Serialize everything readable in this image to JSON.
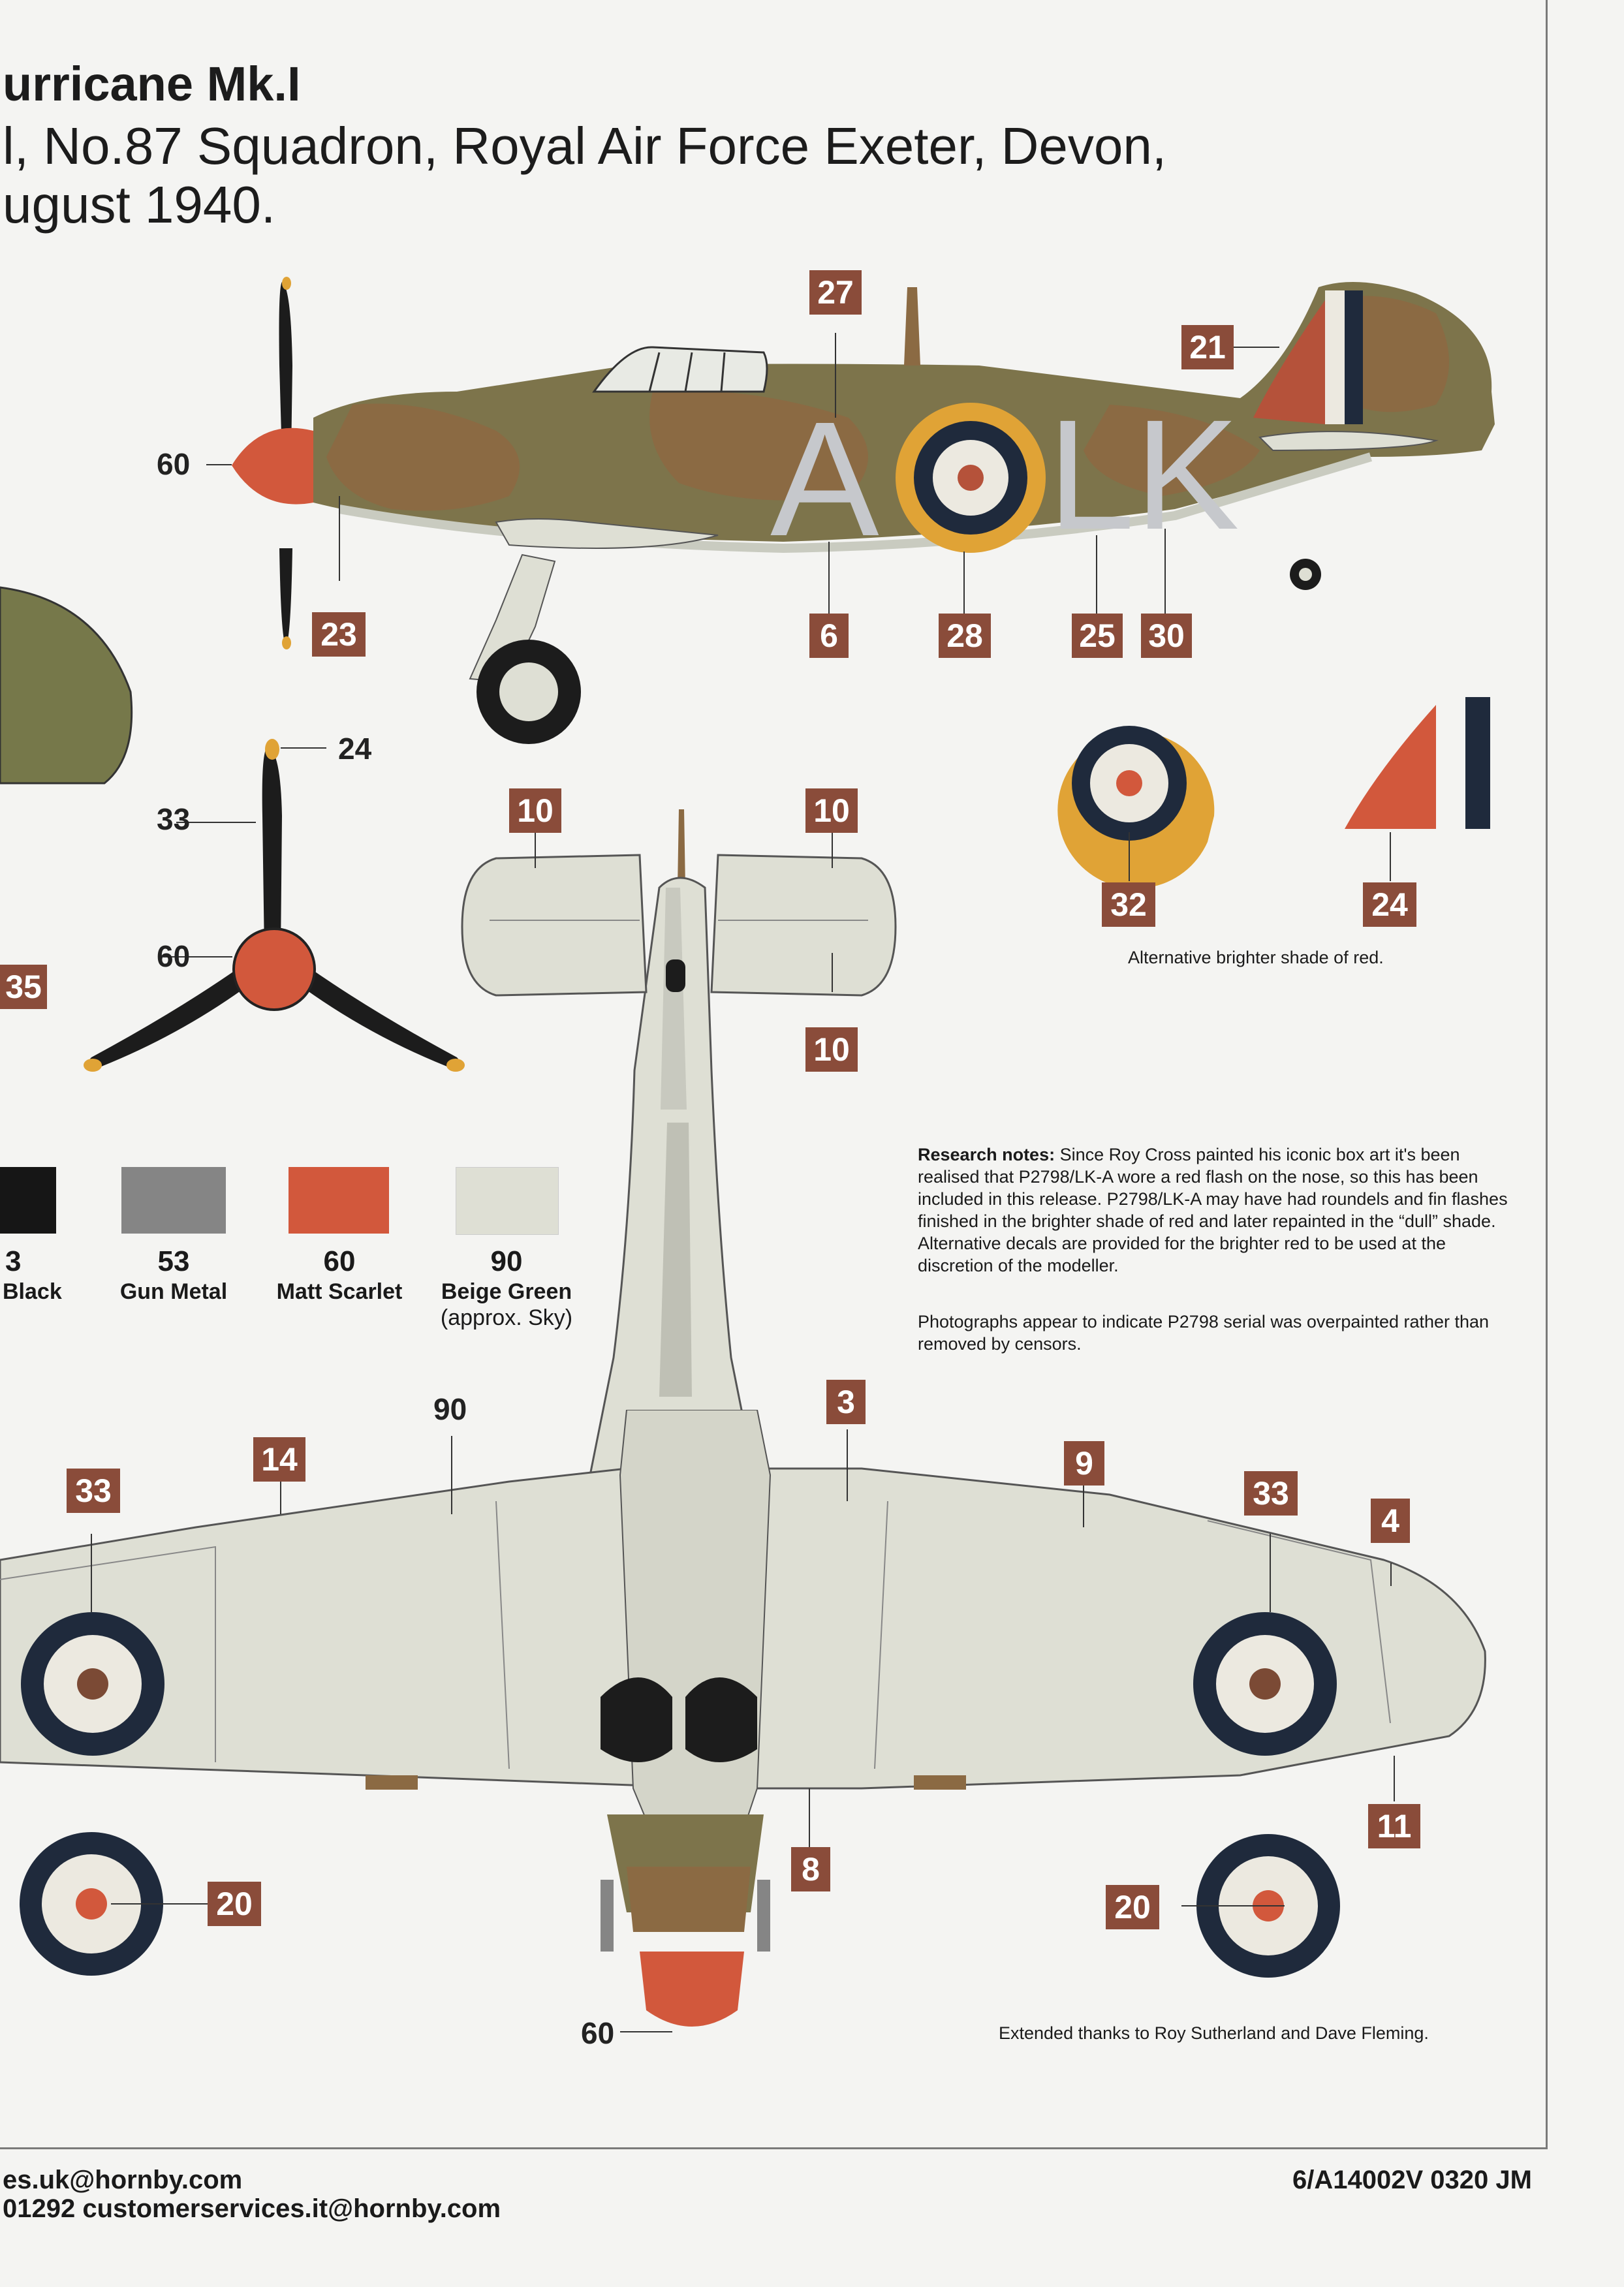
{
  "title": {
    "line1": "urricane Mk.I",
    "line2": "l, No.87 Squadron, Royal Air Force Exeter, Devon,",
    "line3": "ugust 1940."
  },
  "side_view": {
    "codes": {
      "letter_a": "A",
      "letters_lk": "LK"
    },
    "labels": {
      "spinner": "60"
    },
    "callouts": {
      "c27": "27",
      "c21": "21",
      "c23": "23",
      "c6": "6",
      "c28": "28",
      "c25": "25",
      "c30": "30"
    }
  },
  "propeller": {
    "labels": {
      "tip": "24",
      "blade": "33",
      "hub": "60"
    }
  },
  "side_marker": "35",
  "alt_decals": {
    "callouts": {
      "c32": "32",
      "c24": "24"
    },
    "caption": "Alternative brighter shade of red."
  },
  "top_view": {
    "callouts": {
      "c10_left": "10",
      "c10_right": "10",
      "c10_lower": "10"
    }
  },
  "paint_swatches": [
    {
      "number": "3",
      "name": "Black",
      "color": "#161616"
    },
    {
      "number": "53",
      "name": "Gun Metal",
      "color": "#858585"
    },
    {
      "number": "60",
      "name": "Matt Scarlet",
      "color": "#d2583c"
    },
    {
      "number": "90",
      "name": "Beige Green",
      "note": "(approx. Sky)",
      "color": "#dedfd4"
    }
  ],
  "research_notes": {
    "heading": "Research notes:",
    "body": "Since Roy Cross painted his iconic box art it's been realised that P2798/LK-A wore a red flash on the nose, so this has been included in this release. P2798/LK-A may have had roundels and fin flashes finished in the brighter shade of red and later repainted in the “dull” shade. Alternative decals are provided for the brighter red to be used at the discretion of the modeller.",
    "paragraph2": "Photographs appear to indicate P2798 serial was overpainted rather than removed by censors."
  },
  "underside_view": {
    "labels": {
      "underside_color": "90",
      "spinner": "60"
    },
    "callouts": {
      "c3": "3",
      "c14": "14",
      "c33_left": "33",
      "c9": "9",
      "c33_right": "33",
      "c4": "4",
      "c11": "11",
      "c8": "8",
      "c20_left": "20",
      "c20_right": "20"
    }
  },
  "thanks": "Extended thanks to Roy Sutherland and Dave Fleming.",
  "footer": {
    "email_uk": "es.uk@hornby.com",
    "email_it": "01292 customerservices.it@hornby.com",
    "code": "6/A14002V 0320 JM"
  },
  "colors": {
    "callout_bg": "#8a4c3a",
    "roundel_blue": "#1f2a3c",
    "roundel_red": "#b5523a",
    "roundel_yellow": "#e0a336",
    "camo_brown": "#8b6a43",
    "camo_green": "#76784a",
    "sky": "#dedfd4",
    "scarlet": "#d2583c"
  }
}
